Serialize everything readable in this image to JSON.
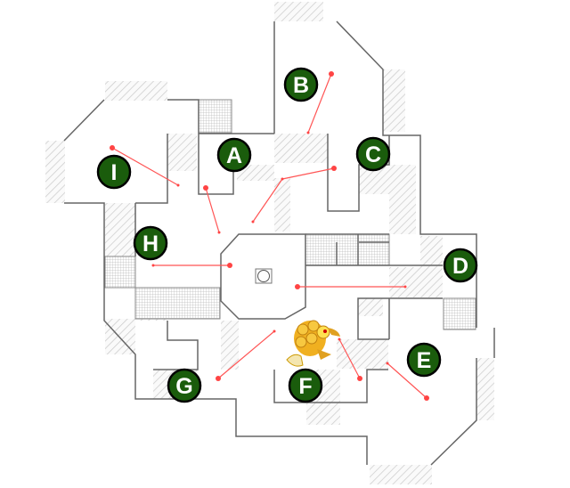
{
  "map": {
    "markers": [
      {
        "label": "A"
      },
      {
        "label": "B"
      },
      {
        "label": "C"
      },
      {
        "label": "D"
      },
      {
        "label": "E"
      },
      {
        "label": "F"
      },
      {
        "label": "G"
      },
      {
        "label": "H"
      },
      {
        "label": "I"
      }
    ],
    "colors": {
      "marker_fill": "#1a5c0c",
      "line": "#ff5555",
      "wall": "#666666"
    },
    "icons": [
      "character-mascot-icon",
      "pillar-icon"
    ]
  }
}
